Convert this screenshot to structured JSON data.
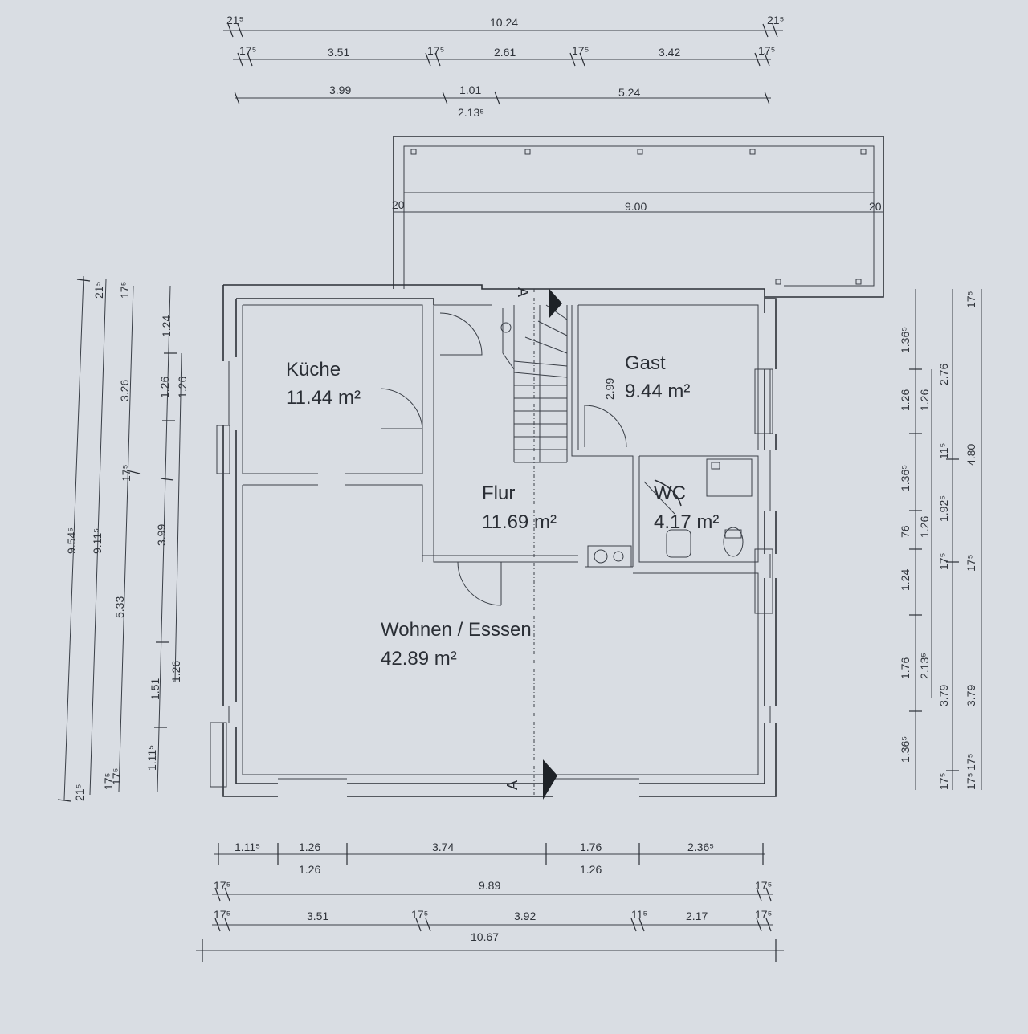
{
  "rooms": [
    {
      "name": "Küche",
      "area": "11.44 m²"
    },
    {
      "name": "Gast",
      "area": "9.44 m²"
    },
    {
      "name": "Flur",
      "area": "11.69 m²"
    },
    {
      "name": "WC",
      "area": "4.17 m²"
    },
    {
      "name": "Wohnen / Esssen",
      "area": "42.89 m²"
    }
  ],
  "section_label": "A",
  "dims_top": {
    "row1": [
      "21⁵",
      "10.24",
      "21⁵"
    ],
    "row2": [
      "17⁵",
      "3.51",
      "17⁵",
      "2.61",
      "17⁵",
      "3.42",
      "17⁵"
    ],
    "row3": [
      "3.99",
      "1.01",
      "2.13⁵",
      "5.24"
    ]
  },
  "dims_terrace": [
    "20",
    "9.00",
    "20"
  ],
  "dims_left": {
    "outer": [
      "9.54⁵",
      "21⁵",
      "21⁵"
    ],
    "second": [
      "9.11⁵",
      "17⁵",
      "17⁵"
    ],
    "third": [
      "3.26",
      "17⁵",
      "5.33",
      "17⁵"
    ],
    "fourth": [
      "1.24",
      "1.26",
      "3.99",
      "1.51",
      "1.11⁵"
    ],
    "fifth": [
      "1.26",
      "1.26"
    ]
  },
  "dims_right": {
    "inner": [
      "1.36⁵",
      "1.26",
      "1.36⁵",
      "76",
      "1.24",
      "1.76",
      "1.36⁵"
    ],
    "second": [
      "1.26",
      "1.26",
      "2.13⁵"
    ],
    "third": [
      "2.76",
      "11⁵",
      "1.92⁵",
      "17⁵",
      "3.79",
      "17⁵"
    ],
    "fourth": [
      "17⁵",
      "17⁵",
      "4.80",
      "17⁵",
      "3.79",
      "17⁵"
    ]
  },
  "dims_bottom": {
    "row1": [
      "1.11⁵",
      "1.26",
      "3.74",
      "1.76",
      "2.36⁵"
    ],
    "row1b": [
      "1.26",
      "1.26"
    ],
    "row2": [
      "17⁵",
      "9.89",
      "17⁵"
    ],
    "row3": [
      "17⁵",
      "3.51",
      "17⁵",
      "3.92",
      "11⁵",
      "2.17",
      "17⁵"
    ],
    "row4": [
      "10.67"
    ]
  },
  "flur_dim": "2.99"
}
